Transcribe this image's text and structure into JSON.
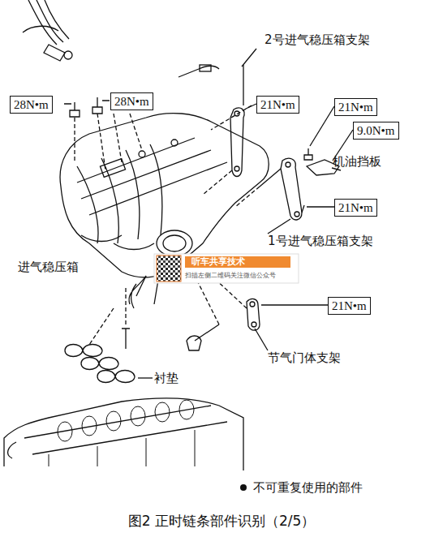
{
  "diagram": {
    "caption": "图2   正时链条部件识别（2/5）",
    "nodes": [
      {
        "text": [
          "28N•m"
        ]
      },
      {
        "text": [
          "28N•m"
        ]
      },
      {
        "text": [
          "21N•m"
        ]
      },
      {
        "text": [
          "21N•m"
        ]
      },
      {
        "text": [
          "9.0N•m"
        ]
      },
      {
        "text": [
          "21N•m"
        ]
      },
      {
        "text": [
          "21N•m"
        ]
      }
    ],
    "edges": [],
    "labels": [
      "2号进气稳压箱支架",
      "机油挡板",
      "1号进气稳压箱支架",
      "进气稳压箱",
      "节气门体支架",
      "衬垫",
      "听车共享技术",
      "扫描左侧二维码关注微信公众号"
    ],
    "legend": [
      {
        "text": "不可重复使用的部件"
      }
    ]
  }
}
